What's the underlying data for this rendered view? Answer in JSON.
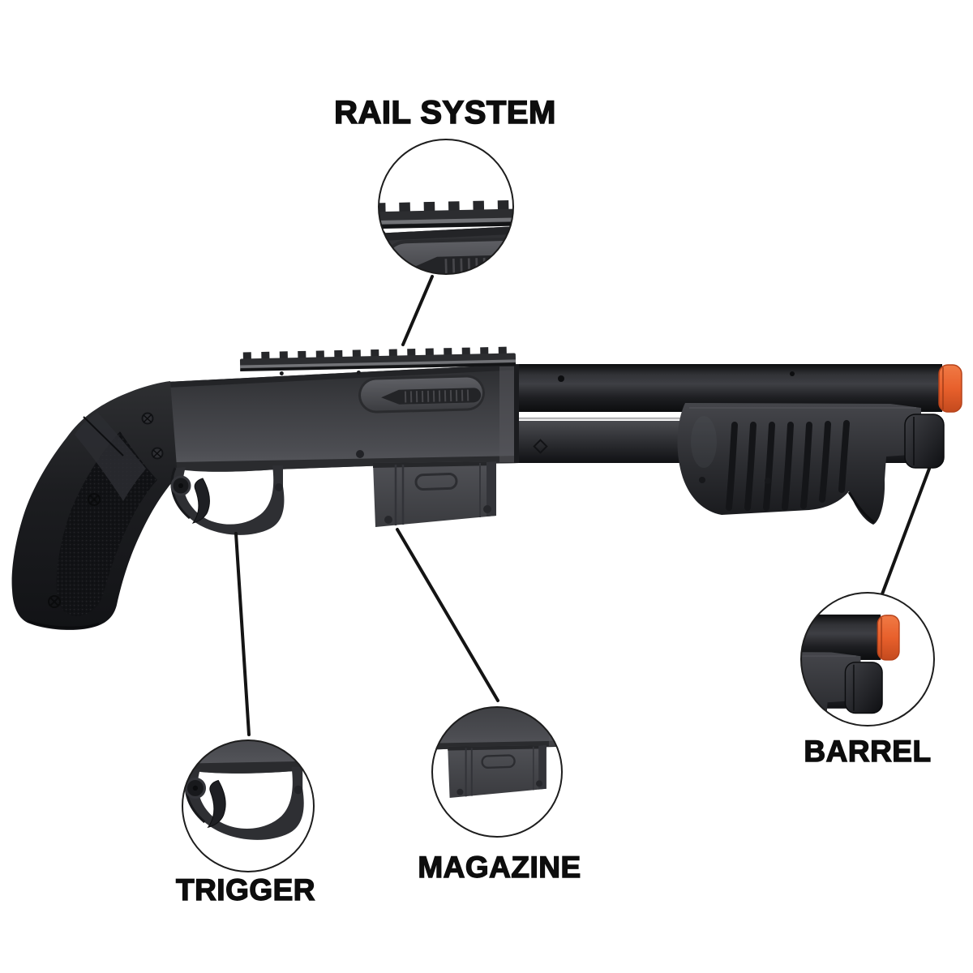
{
  "diagram": {
    "type": "product-parts-callout-diagram",
    "subject": "pump-action shotgun"
  },
  "callouts": [
    {
      "id": "rail-system",
      "label": "RAIL SYSTEM",
      "label_position": "top-center"
    },
    {
      "id": "trigger",
      "label": "TRIGGER",
      "label_position": "bottom-left"
    },
    {
      "id": "magazine",
      "label": "MAGAZINE",
      "label_position": "bottom-center"
    },
    {
      "id": "barrel",
      "label": "BARREL",
      "label_position": "right"
    }
  ],
  "colors": {
    "background": "#ffffff",
    "label_text": "#0d0d0d",
    "callout_line": "#141414",
    "inset_border": "#1d1d1d",
    "gun_dark": "#1a1b1e",
    "gun_mid": "#3d3e42",
    "gun_light": "#55565b",
    "muzzle_tip_orange": "#e8602c"
  }
}
